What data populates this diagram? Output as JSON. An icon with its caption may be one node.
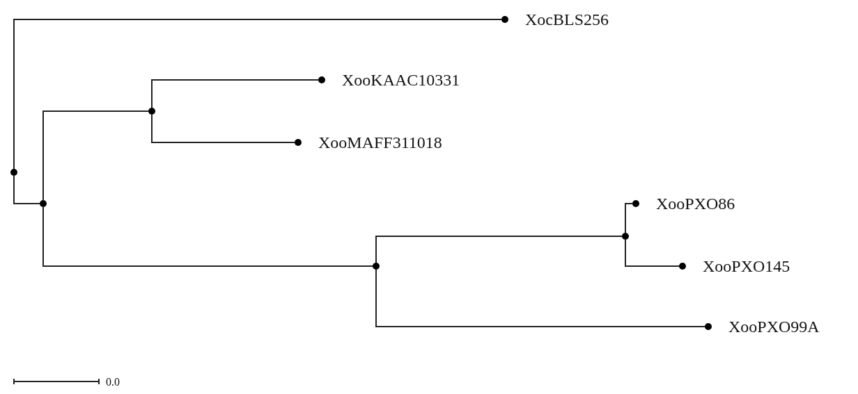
{
  "diagram": {
    "nodes": [
      {
        "text": [],
        "shape": "circle"
      },
      {
        "text": [
          "XocBLS256"
        ]
      },
      {
        "text": [],
        "shape": "circle"
      },
      {
        "text": [],
        "shape": "circle"
      },
      {
        "text": [
          "XooKAAC10331"
        ]
      },
      {
        "text": [
          "XooMAFF311018"
        ]
      },
      {
        "text": [],
        "shape": "circle"
      },
      {
        "text": [],
        "shape": "circle"
      },
      {
        "text": [
          "XooPXO86"
        ]
      },
      {
        "text": [
          "XooPXO145"
        ]
      },
      {
        "text": [
          "XooPXO99A"
        ]
      }
    ],
    "edges": [
      {
        "from": 0,
        "to": 1,
        "arrow": "none"
      },
      {
        "from": 0,
        "to": 2,
        "arrow": "none"
      },
      {
        "from": 2,
        "to": 3,
        "arrow": "none"
      },
      {
        "from": 3,
        "to": 4,
        "arrow": "none"
      },
      {
        "from": 3,
        "to": 5,
        "arrow": "none"
      },
      {
        "from": 2,
        "to": 6,
        "arrow": "none"
      },
      {
        "from": 6,
        "to": 7,
        "arrow": "none"
      },
      {
        "from": 7,
        "to": 8,
        "arrow": "none"
      },
      {
        "from": 7,
        "to": 9,
        "arrow": "none"
      },
      {
        "from": 6,
        "to": 10,
        "arrow": "none"
      }
    ],
    "labels": [
      "0.0"
    ]
  }
}
